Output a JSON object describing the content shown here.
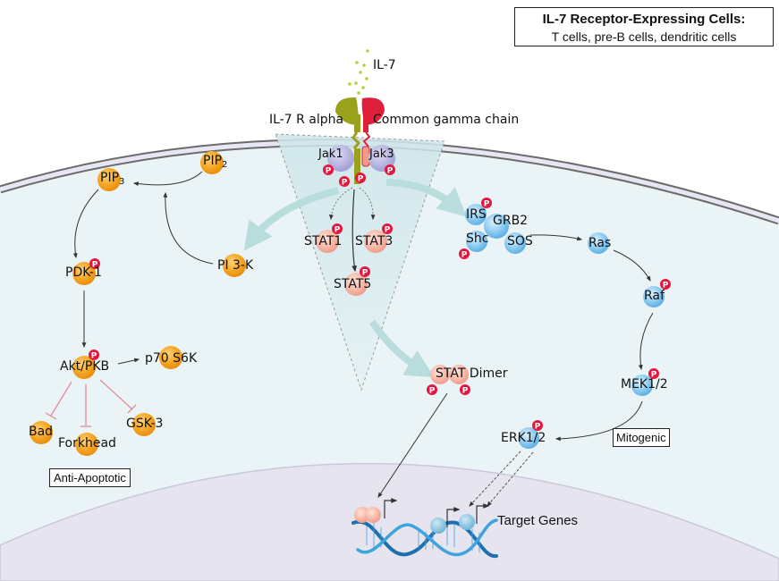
{
  "info_box": {
    "title": "IL-7 Receptor-Expressing Cells:",
    "subtitle": "T cells, pre-B cells, dendritic cells"
  },
  "ligand": {
    "label": "IL-7",
    "color": "#b5cf3a"
  },
  "receptor": {
    "alpha_label": "IL-7 R alpha",
    "gamma_label": "Common gamma chain",
    "alpha_color": "#9aa21c",
    "gamma_color": "#e0203a"
  },
  "kinases": {
    "jak1": "Jak1",
    "jak3": "Jak3"
  },
  "phospho_badge": "P",
  "pi3k_pathway": {
    "pip2": "PIP",
    "pip2_sub": "2",
    "pip3": "PIP",
    "pip3_sub": "3",
    "pi3k": "PI 3-K",
    "pdk1": "PDK-1",
    "akt": "Akt/PKB",
    "p70": "p70 S6K",
    "bad": "Bad",
    "forkhead": "Forkhead",
    "gsk3": "GSK-3",
    "outcome": "Anti-Apoptotic"
  },
  "stat_pathway": {
    "stat1": "STAT1",
    "stat3": "STAT3",
    "stat5": "STAT5",
    "dimer": "STAT Dimer"
  },
  "mapk_pathway": {
    "irs": "IRS",
    "grb2": "GRB2",
    "shc": "Shc",
    "sos": "SOS",
    "ras": "Ras",
    "raf": "Raf",
    "mek": "MEK1/2",
    "erk": "ERK1/2",
    "outcome": "Mitogenic"
  },
  "nucleus": {
    "target_genes": "Target Genes"
  },
  "colors": {
    "orange_node": "#f5a623",
    "blue_node": "#7cc0ec",
    "pink_node": "#f6b3a5",
    "purple_node": "#a9a6d8",
    "phospho": "#e3173e",
    "cytoplasm": "#e8f3f6",
    "nucleus": "#e4e3ef",
    "inhibit": "#e58a98"
  }
}
